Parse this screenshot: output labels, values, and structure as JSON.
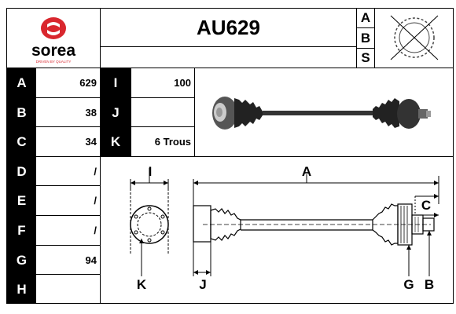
{
  "logo": {
    "name": "sorea",
    "tagline": "DRIVEN BY QUALITY",
    "color": "#d9272e"
  },
  "title": "AU629",
  "abs_letters": [
    "A",
    "B",
    "S"
  ],
  "specs": [
    {
      "label": "A",
      "value": "629"
    },
    {
      "label": "B",
      "value": "38"
    },
    {
      "label": "C",
      "value": "34"
    },
    {
      "label": "D",
      "value": "/"
    },
    {
      "label": "E",
      "value": "/"
    },
    {
      "label": "F",
      "value": "/"
    },
    {
      "label": "G",
      "value": "94"
    },
    {
      "label": "H",
      "value": ""
    }
  ],
  "specs_right": [
    {
      "label": "I",
      "value": "100"
    },
    {
      "label": "J",
      "value": ""
    },
    {
      "label": "K",
      "value": "6 Trous"
    }
  ],
  "diagram_labels": {
    "i": "I",
    "k": "K",
    "a": "A",
    "c": "C",
    "j": "J",
    "g": "G",
    "b": "B"
  }
}
